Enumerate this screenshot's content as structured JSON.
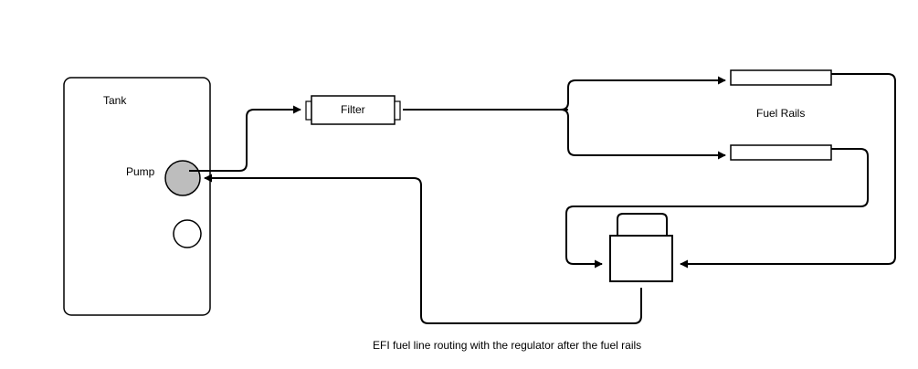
{
  "colors": {
    "line": "#000000",
    "pump_fill": "#bdbdbd",
    "background": "#ffffff"
  },
  "labels": {
    "tank": "Tank",
    "pump": "Pump",
    "filter": "Filter",
    "fuel_rails": "Fuel Rails",
    "caption": "EFI fuel line routing with the regulator after the fuel rails"
  }
}
